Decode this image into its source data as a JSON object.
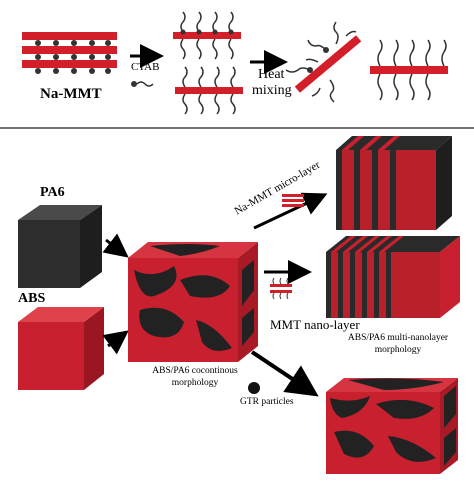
{
  "top": {
    "na_mmt": "Na-MMT",
    "ctab": "CTAB",
    "heat": "Heat",
    "mixing": "mixing"
  },
  "bottom": {
    "pa6": "PA6",
    "abs": "ABS",
    "cocontinuous_1": "ABS/PA6 cocontinous",
    "cocontinuous_2": "morphology",
    "micro_layer": "Na-MMT micro-layer",
    "nano_layer": "MMT nano-layer",
    "multi_1": "ABS/PA6 multi-nanolayer",
    "multi_2": "morphology",
    "gtr": "GTR particles"
  },
  "colors": {
    "red": "#c8202e",
    "dark": "#2b2b2b",
    "black": "#000000"
  }
}
